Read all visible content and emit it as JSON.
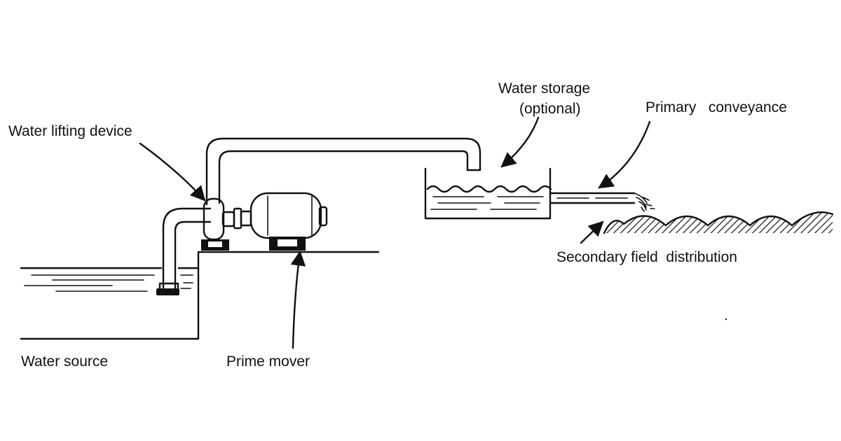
{
  "labels": {
    "water_lifting_device": "Water lifting device",
    "water_storage_line1": "Water storage",
    "water_storage_line2": "(optional)",
    "primary_conveyance": "Primary   conveyance",
    "secondary_field_distribution": "Secondary field  distribution",
    "water_source": "Water source",
    "prime_mover": "Prime mover"
  },
  "colors": {
    "ink": "#111111",
    "background": "#ffffff"
  }
}
